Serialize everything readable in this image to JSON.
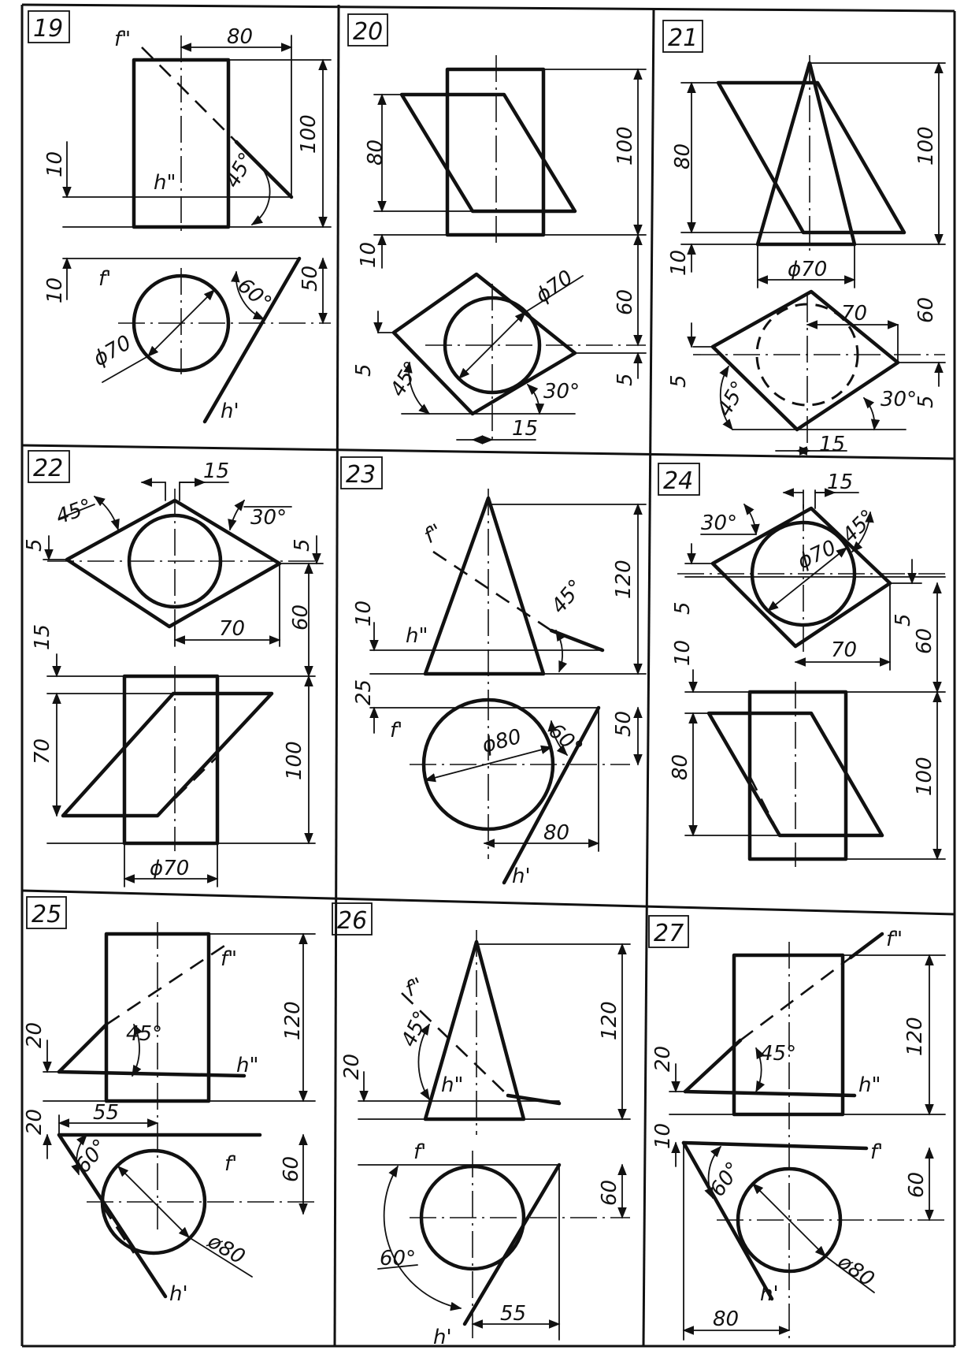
{
  "sheet": {
    "panels": [
      {
        "number": "19",
        "labels": {
          "f2": "f\"",
          "h2": "h\"",
          "f1": "f'",
          "h1": "h'",
          "d1": "80",
          "d2": "100",
          "d3": "10",
          "d4": "10",
          "d5": "50",
          "a1": "45°",
          "a2": "60°",
          "dia": "ϕ70"
        }
      },
      {
        "number": "20",
        "labels": {
          "d1": "80",
          "d2": "100",
          "d3": "10",
          "d4": "60",
          "d5": "5",
          "d6": "5",
          "d7": "15",
          "a1": "45°",
          "a2": "30°",
          "dia": "ϕ70"
        }
      },
      {
        "number": "21",
        "labels": {
          "d1": "80",
          "d2": "100",
          "d3": "10",
          "d4": "60",
          "d5": "5",
          "d6": "5",
          "d7": "15",
          "d8": "70",
          "a1": "45°",
          "a2": "30°",
          "dia": "ϕ70"
        }
      },
      {
        "number": "22",
        "labels": {
          "d1": "15",
          "d2": "5",
          "d3": "5",
          "d4": "70",
          "d5": "60",
          "d6": "15",
          "d7": "70",
          "d8": "100",
          "a1": "45°",
          "a2": "30°",
          "dia": "ϕ70"
        }
      },
      {
        "number": "23",
        "labels": {
          "f2": "f\"",
          "h2": "h\"",
          "f1": "f'",
          "h1": "h'",
          "d1": "120",
          "d2": "10",
          "d3": "25",
          "d4": "50",
          "d5": "80",
          "a1": "45°",
          "a2": "60°",
          "dia": "ϕ80"
        }
      },
      {
        "number": "24",
        "labels": {
          "d1": "15",
          "d2": "5",
          "d3": "5",
          "d4": "70",
          "d5": "60",
          "d6": "10",
          "d7": "80",
          "d8": "100",
          "a1": "30°",
          "a2": "45°",
          "dia": "ϕ70"
        }
      },
      {
        "number": "25",
        "labels": {
          "f2": "f\"",
          "h2": "h\"",
          "f1": "f'",
          "h1": "h'",
          "d1": "120",
          "d2": "20",
          "d3": "20",
          "d4": "55",
          "d5": "60",
          "a1": "45°",
          "a2": "60°",
          "dia": "ø80"
        }
      },
      {
        "number": "26",
        "labels": {
          "f2": "f\"",
          "h2": "h\"",
          "f1": "f'",
          "h1": "h'",
          "d1": "120",
          "d2": "20",
          "d3": "60",
          "d4": "55",
          "a1": "45°",
          "a2": "60°"
        }
      },
      {
        "number": "27",
        "labels": {
          "f2": "f\"",
          "h2": "h\"",
          "f1": "f'",
          "h1": "h'",
          "d1": "120",
          "d2": "20",
          "d3": "10",
          "d4": "60",
          "d5": "80",
          "a1": "45°",
          "a2": "60°",
          "dia": "ø80"
        }
      }
    ]
  }
}
